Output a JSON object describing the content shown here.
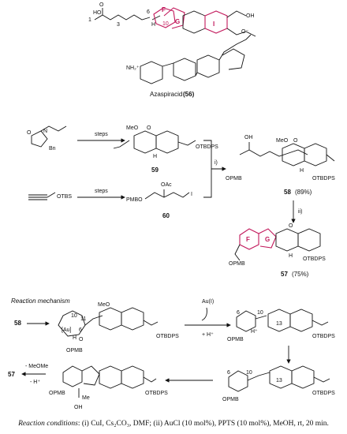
{
  "target": {
    "name": "Azaspiracid",
    "number": "(56)",
    "atom_labels": [
      "1",
      "3",
      "6",
      "10",
      "HO",
      "H",
      "O",
      "OH",
      "NH₂⁺",
      "O⁻"
    ],
    "ring_labels": [
      "F",
      "G",
      "I"
    ]
  },
  "route": {
    "start1_label": "steps",
    "start1_groups": [
      "N",
      "O",
      "Bn"
    ],
    "start2_group": "OTBS",
    "start2_label": "steps",
    "cmpd59": {
      "number": "59",
      "groups": [
        "MeO",
        "OTBDPS",
        "H",
        "O"
      ]
    },
    "cmpd60": {
      "number": "60",
      "groups": [
        "PMBO",
        "OAc",
        "I"
      ]
    },
    "step_i": "i)",
    "step_ii": "ii)",
    "cmpd58": {
      "number": "58",
      "yield": "(89%)",
      "groups": [
        "OH",
        "MeO",
        "OPMB",
        "OTBDPS",
        "H",
        "O"
      ]
    },
    "cmpd57": {
      "number": "57",
      "yield": "(75%)",
      "groups": [
        "F",
        "G",
        "OPMB",
        "OTBDPS",
        "H",
        "O"
      ]
    }
  },
  "mechanism": {
    "title": "Reaction mechanism",
    "start": "58",
    "int1_labels": [
      "10",
      "11",
      "6",
      "[Au]",
      "H",
      "O",
      "OPMB",
      "MeO",
      "OTBDPS"
    ],
    "reagent": "Au(I)",
    "plus_h": "+ H⁺",
    "int2_labels": [
      "6",
      "10",
      "13",
      "H⁺",
      "OPMB",
      "OTBDPS"
    ],
    "int3_labels": [
      "6",
      "10",
      "13",
      "OPMB",
      "OTBDPS"
    ],
    "int4_labels": [
      "OPMB",
      "OTBDPS",
      "Me",
      "OH"
    ],
    "elim": [
      "- MeOMe",
      "- H⁺"
    ],
    "product": "57"
  },
  "conditions": {
    "lead": "Reaction conditions",
    "text": ": (i) CuI, Cs₂CO₃, DMF; (ii) AuCl (10 mol%), PPTS (10 mol%), MeOH, rt, 20 min."
  },
  "colors": {
    "ink": "#111111",
    "highlight": "#c2185b",
    "background": "#ffffff"
  }
}
